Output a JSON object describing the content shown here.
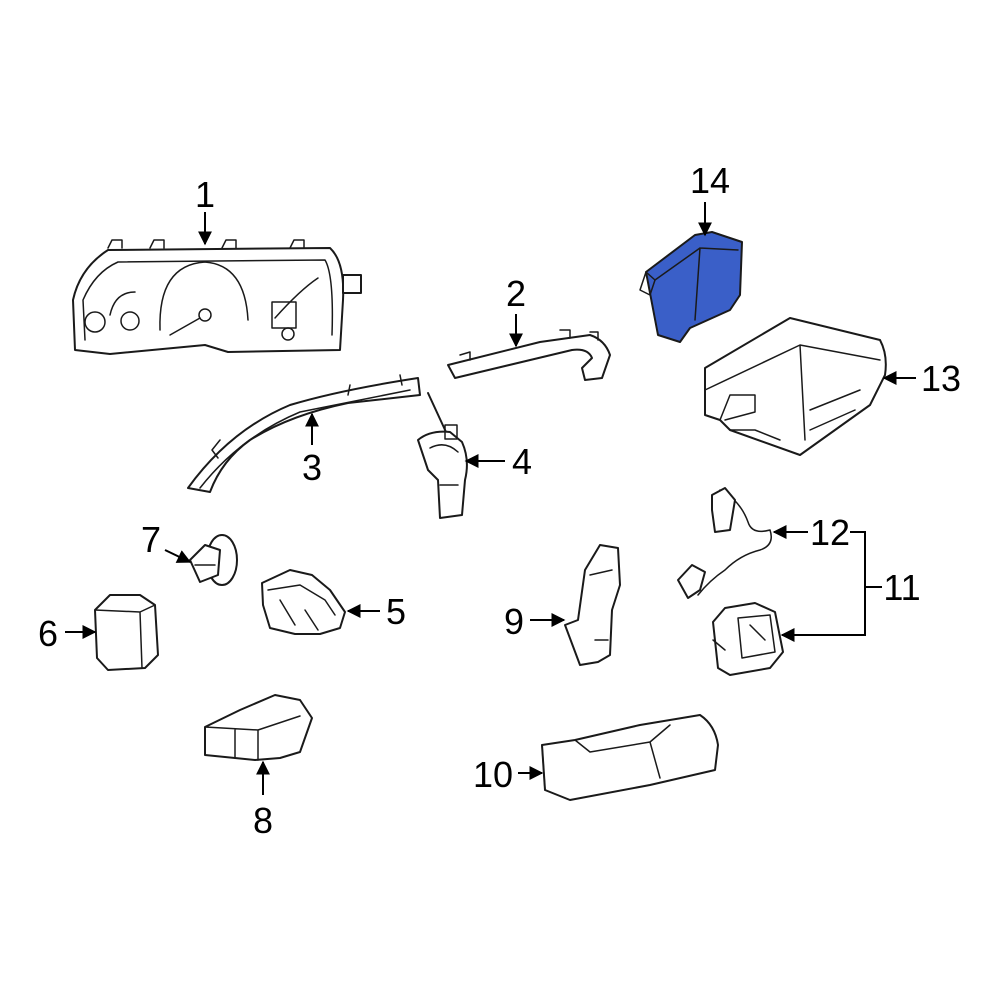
{
  "diagram": {
    "highlight_color": "#3a5fc8",
    "outline_color": "#1a1a1a",
    "callouts": {
      "c1": "1",
      "c2": "2",
      "c3": "3",
      "c4": "4",
      "c5": "5",
      "c6": "6",
      "c7": "7",
      "c8": "8",
      "c9": "9",
      "c10": "10",
      "c11": "11",
      "c12": "12",
      "c13": "13",
      "c14": "14"
    },
    "highlighted_part": "14"
  }
}
